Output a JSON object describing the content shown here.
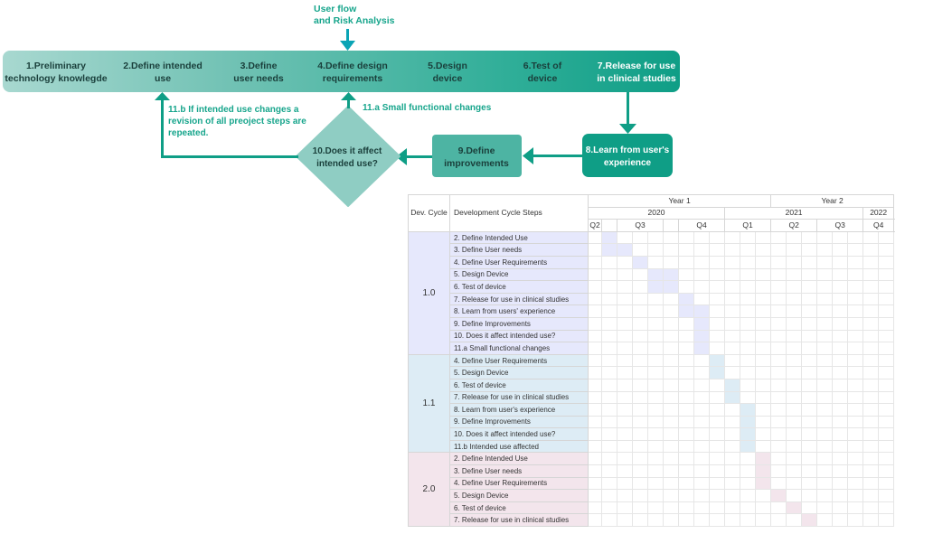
{
  "colors": {
    "teal_dark": "#0f9e86",
    "teal_light": "#8fcdc3",
    "teal_text": "#17a58c",
    "arrow": "#0aa4b5",
    "box_text": "#1a3f3b",
    "cycle_1_0": "#e6e8fc",
    "cycle_1_1": "#ddecf5",
    "cycle_2_0": "#f3e5ec"
  },
  "flow": {
    "top_note": {
      "line1": "User flow",
      "line2": "and Risk Analysis"
    },
    "steps": [
      {
        "line1": "1.Preliminary",
        "line2": "technology knowlegde"
      },
      {
        "line1": "2.Define intended",
        "line2": "use"
      },
      {
        "line1": "3.Define",
        "line2": "user needs"
      },
      {
        "line1": "4.Define design",
        "line2": "requirements"
      },
      {
        "line1": "5.Design",
        "line2": "device"
      },
      {
        "line1": "6.Test of",
        "line2": "device"
      },
      {
        "line1": "7.Release for use",
        "line2": "in clinical studies"
      }
    ],
    "learn": {
      "line1": "8.Learn from user's",
      "line2": "experience"
    },
    "improve": {
      "line1": "9.Define",
      "line2": "improvements"
    },
    "decision": {
      "line1": "10.Does it affect",
      "line2": "intended use?"
    },
    "note_11a": "11.a Small functional changes",
    "note_11b": {
      "line1": "11.b If intended use changes a",
      "line2": "revision of all preoject steps are",
      "line3": "repeated."
    }
  },
  "gantt": {
    "headers": {
      "cycle": "Dev. Cycle",
      "steps": "Development Cycle Steps"
    },
    "years": [
      {
        "label": "Year 1",
        "span": 6
      },
      {
        "label": "Year 2",
        "span": 4
      }
    ],
    "calendar_years": [
      {
        "label": "2020",
        "span": 4
      },
      {
        "label": "2021",
        "span": 4
      },
      {
        "label": "2022",
        "span": 2
      }
    ],
    "quarters": [
      "Q2",
      "",
      "Q3",
      "",
      "Q4",
      "Q1",
      "Q2",
      "Q3",
      "Q4",
      "Q1",
      "Q2"
    ],
    "cycles": [
      {
        "label": "1.0",
        "rows": [
          {
            "step": "2. Define Intended Use",
            "active": [
              1
            ]
          },
          {
            "step": "3. Define User needs",
            "active": [
              1,
              2
            ]
          },
          {
            "step": "4. Define User Requirements",
            "active": [
              3
            ]
          },
          {
            "step": "5. Design Device",
            "active": [
              4,
              5
            ]
          },
          {
            "step": "6. Test of device",
            "active": [
              4,
              5
            ]
          },
          {
            "step": "7. Release for use in clinical studies",
            "active": [
              6
            ]
          },
          {
            "step": "8. Learn from users' experience",
            "active": [
              6,
              7
            ]
          },
          {
            "step": "9. Define Improvements",
            "active": [
              7
            ]
          },
          {
            "step": "10. Does it affect intended use?",
            "active": [
              7
            ]
          },
          {
            "step": "11.a Small functional changes",
            "active": [
              7
            ]
          }
        ]
      },
      {
        "label": "1.1",
        "rows": [
          {
            "step": "4. Define User Requirements",
            "active": [
              8
            ]
          },
          {
            "step": "5. Design Device",
            "active": [
              8
            ]
          },
          {
            "step": "6. Test of device",
            "active": [
              9
            ]
          },
          {
            "step": "7. Release for use in clinical studies",
            "active": [
              9
            ]
          },
          {
            "step": "8. Learn from user's experience",
            "active": [
              10
            ]
          },
          {
            "step": "9. Define Improvements",
            "active": [
              10
            ]
          },
          {
            "step": "10. Does it affect intended use?",
            "active": [
              10
            ]
          },
          {
            "step": "11.b Intended use affected",
            "active": [
              10
            ]
          }
        ]
      },
      {
        "label": "2.0",
        "rows": [
          {
            "step": "2. Define Intended Use",
            "active": [
              11
            ]
          },
          {
            "step": "3. Define User needs",
            "active": [
              11
            ]
          },
          {
            "step": "4. Define User Requirements",
            "active": [
              11
            ]
          },
          {
            "step": "5. Design Device",
            "active": [
              12
            ]
          },
          {
            "step": "6. Test of device",
            "active": [
              13
            ]
          },
          {
            "step": "7. Release for use in clinical studies",
            "active": [
              14
            ]
          }
        ]
      }
    ]
  }
}
